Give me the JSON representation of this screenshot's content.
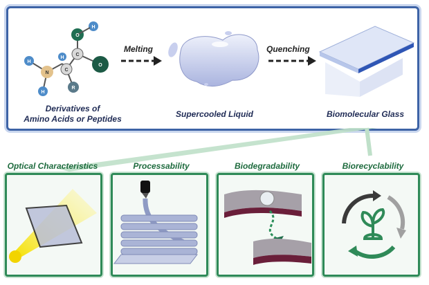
{
  "process": {
    "melting_label": "Melting",
    "quenching_label": "Quenching",
    "stages": [
      {
        "label_line1": "Derivatives of",
        "label_line2": "Amino Acids or Peptides"
      },
      {
        "label": "Supercooled Liquid"
      },
      {
        "label": "Biomolecular Glass"
      }
    ],
    "molecule_atoms": [
      "H",
      "N",
      "H",
      "H",
      "C",
      "C",
      "R",
      "O",
      "O",
      "H"
    ]
  },
  "properties": [
    {
      "label": "Optical Characteristics"
    },
    {
      "label": "Processability"
    },
    {
      "label": "Biodegradability"
    },
    {
      "label": "Biorecyclability"
    }
  ],
  "colors": {
    "frame_blue": "#3d63a6",
    "frame_green": "#2f8a58",
    "text_navy": "#1f2b55",
    "text_green": "#1e6b3e"
  }
}
